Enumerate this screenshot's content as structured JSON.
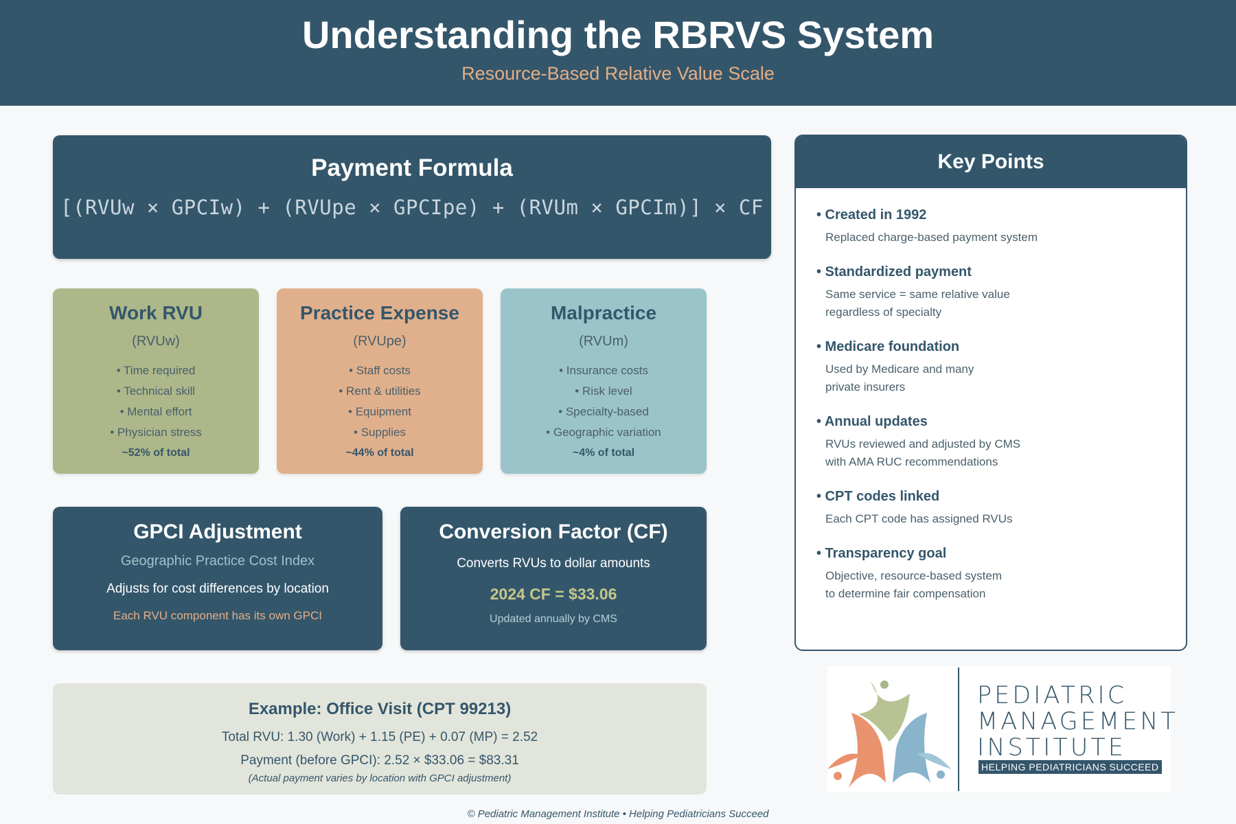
{
  "header": {
    "title": "Understanding the RBRVS System",
    "subtitle": "Resource-Based Relative Value Scale"
  },
  "formula": {
    "title": "Payment Formula",
    "expression": "[(RVUw × GPCIw) + (RVUpe × GPCIpe) + (RVUm × GPCIm)] × CF"
  },
  "components": [
    {
      "title": "Work RVU",
      "abbr": "(RVUw)",
      "items": [
        "• Time required",
        "• Technical skill",
        "• Mental effort",
        "• Physician stress"
      ],
      "share": "~52% of total",
      "color": "#adb78a"
    },
    {
      "title": "Practice Expense",
      "abbr": "(RVUpe)",
      "items": [
        "• Staff costs",
        "• Rent & utilities",
        "• Equipment",
        "• Supplies"
      ],
      "share": "~44% of total",
      "color": "#e0b08c"
    },
    {
      "title": "Malpractice",
      "abbr": "(RVUm)",
      "items": [
        "• Insurance costs",
        "• Risk level",
        "• Specialty-based",
        "• Geographic variation"
      ],
      "share": "~4% of total",
      "color": "#9bc4ca"
    }
  ],
  "gpci": {
    "title": "GPCI Adjustment",
    "subtitle": "Geographic Practice Cost Index",
    "desc": "Adjusts for cost differences by location",
    "note": "Each RVU component has its own GPCI"
  },
  "cf": {
    "title": "Conversion Factor (CF)",
    "desc": "Converts RVUs to dollar amounts",
    "value": "2024 CF = $33.06",
    "note": "Updated annually by CMS"
  },
  "example": {
    "title": "Example: Office Visit (CPT 99213)",
    "line1": "Total RVU: 1.30 (Work) + 1.15 (PE) + 0.07 (MP) = 2.52",
    "line2": "Payment (before GPCI): 2.52 × $33.06 = $83.31",
    "note": "(Actual payment varies by location with GPCI adjustment)"
  },
  "key_points": {
    "title": "Key Points",
    "items": [
      {
        "title": "• Created in 1992",
        "desc": "Replaced charge-based payment system"
      },
      {
        "title": "• Standardized payment",
        "desc": "Same service = same relative value\nregardless of specialty"
      },
      {
        "title": "• Medicare foundation",
        "desc": "Used by Medicare and many\nprivate insurers"
      },
      {
        "title": "• Annual updates",
        "desc": "RVUs reviewed and adjusted by CMS\nwith AMA RUC recommendations"
      },
      {
        "title": "• CPT codes linked",
        "desc": "Each CPT code has assigned RVUs"
      },
      {
        "title": "• Transparency goal",
        "desc": "Objective, resource-based system\nto determine fair compensation"
      }
    ]
  },
  "logo": {
    "line1": "PEDIATRIC",
    "line2": "MANAGEMENT",
    "line3": "INSTITUTE",
    "tagline": "HELPING PEDIATRICIANS SUCCEED"
  },
  "footer": "© Pediatric Management Institute • Helping Pediatricians Succeed"
}
